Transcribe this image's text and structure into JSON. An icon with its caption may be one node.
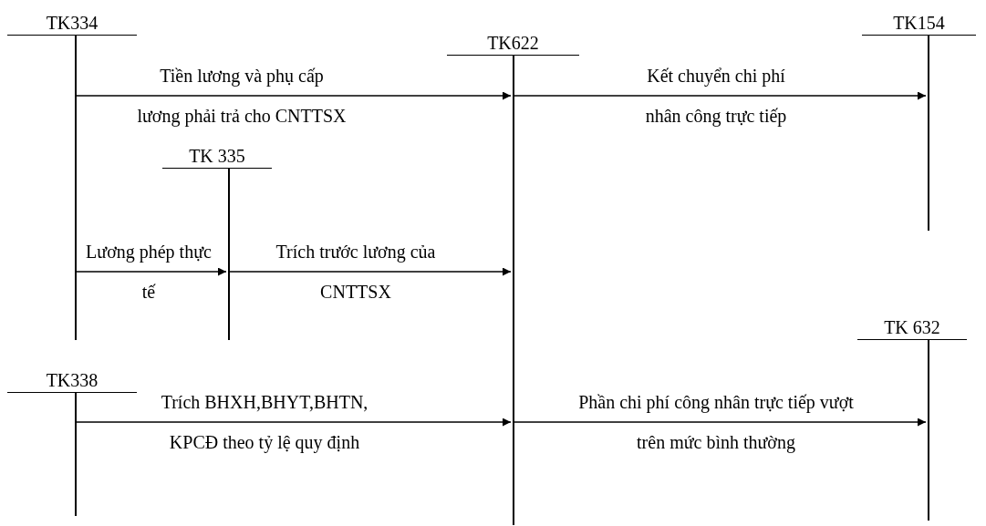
{
  "diagram": {
    "nodes": [
      {
        "text": [
          "TK334"
        ]
      },
      {
        "text": [
          "TK622"
        ]
      },
      {
        "text": [
          "TK154"
        ]
      },
      {
        "text": [
          "TK 335"
        ]
      },
      {
        "text": [
          "TK 632"
        ]
      },
      {
        "text": [
          "TK338"
        ]
      }
    ],
    "edges": [
      {
        "from": 0,
        "to": 1,
        "arrow": "to",
        "label": "Tiền lương và phụ cấp lương phải trả cho CNTTSX"
      },
      {
        "from": 1,
        "to": 2,
        "arrow": "to",
        "label": "Kết chuyển chi phí nhân công trực tiếp"
      },
      {
        "from": 0,
        "to": 3,
        "arrow": "to",
        "label": "Lương phép thực tế"
      },
      {
        "from": 3,
        "to": 1,
        "arrow": "to",
        "label": "Trích trước lương của CNTTSX"
      },
      {
        "from": 5,
        "to": 1,
        "arrow": "to",
        "label": "Trích BHXH,BHYT,BHTN, KPCĐ theo tỷ lệ quy định"
      },
      {
        "from": 1,
        "to": 4,
        "arrow": "to",
        "label": "Phần chi phí công nhân trực tiếp vượt trên mức bình thường"
      }
    ]
  }
}
